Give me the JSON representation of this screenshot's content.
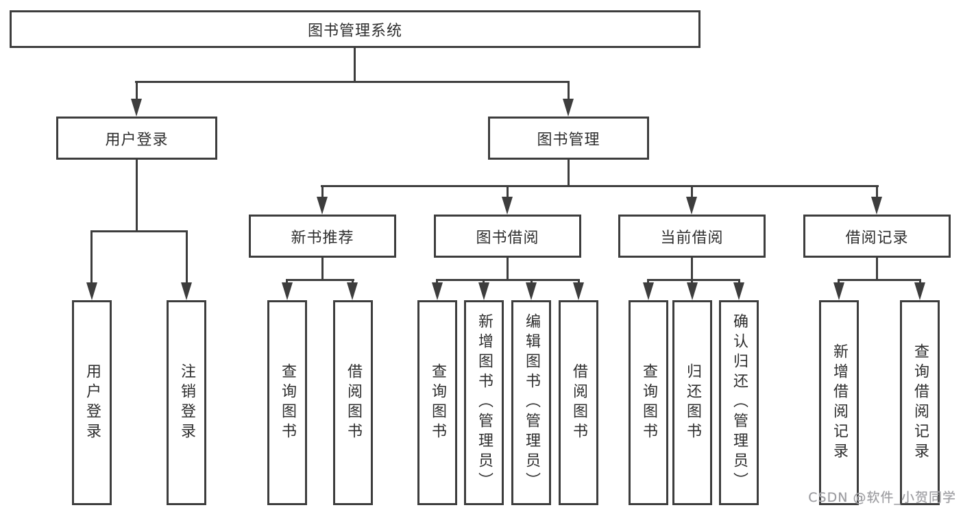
{
  "diagram": {
    "title_note": "functional structure tree of a library management system",
    "colors": {
      "line": "#3d3d3d",
      "text": "#2e2e2e",
      "watermark": "#9b9b9f",
      "background": "#ffffff"
    },
    "root": {
      "label": "图书管理系统"
    },
    "level1": [
      {
        "label": "用户登录"
      },
      {
        "label": "图书管理"
      }
    ],
    "level2": [
      {
        "label": "新书推荐"
      },
      {
        "label": "图书借阅"
      },
      {
        "label": "当前借阅"
      },
      {
        "label": "借阅记录"
      }
    ],
    "leaves": [
      {
        "label": "用户登录"
      },
      {
        "label": "注销登录"
      },
      {
        "label": "查询图书"
      },
      {
        "label": "借阅图书"
      },
      {
        "label": "查询图书"
      },
      {
        "label": "新增图书（管理员）"
      },
      {
        "label": "编辑图书（管理员）"
      },
      {
        "label": "借阅图书"
      },
      {
        "label": "查询图书"
      },
      {
        "label": "归还图书"
      },
      {
        "label": "确认归还（管理员）"
      },
      {
        "label": "新增借阅记录"
      },
      {
        "label": "查询借阅记录"
      }
    ],
    "watermark": "CSDN @软件_小贺同学"
  }
}
